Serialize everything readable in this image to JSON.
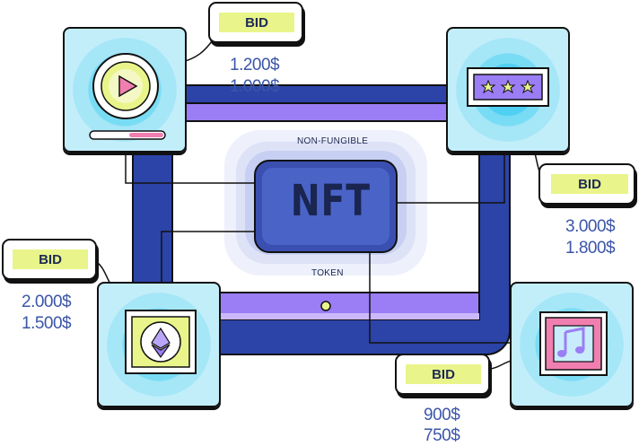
{
  "center": {
    "label_top": "NON-FUNGIBLE",
    "title": "NFT",
    "label_bottom": "TOKEN"
  },
  "cards": [
    {
      "name": "video",
      "bid_label": "BID",
      "prices": [
        "1.200$",
        "1.000$"
      ]
    },
    {
      "name": "rating",
      "bid_label": "BID",
      "prices": [
        "3.000$",
        "1.800$"
      ]
    },
    {
      "name": "ethereum",
      "bid_label": "BID",
      "prices": [
        "2.000$",
        "1.500$"
      ]
    },
    {
      "name": "music",
      "bid_label": "BID",
      "prices": [
        "900$",
        "750$"
      ]
    }
  ],
  "icons": {
    "video": "play-icon",
    "rating": "three-stars-icon",
    "ethereum": "ethereum-icon",
    "music": "music-note-icon"
  },
  "colors": {
    "frame": "#2c44a8",
    "tile": "#79dcf5",
    "chip": "#e9f58a",
    "price": "#3b55a8",
    "nft_box": "#3a4fb0",
    "accent_purple": "#9b7df5",
    "accent_pink": "#f07fb0"
  }
}
